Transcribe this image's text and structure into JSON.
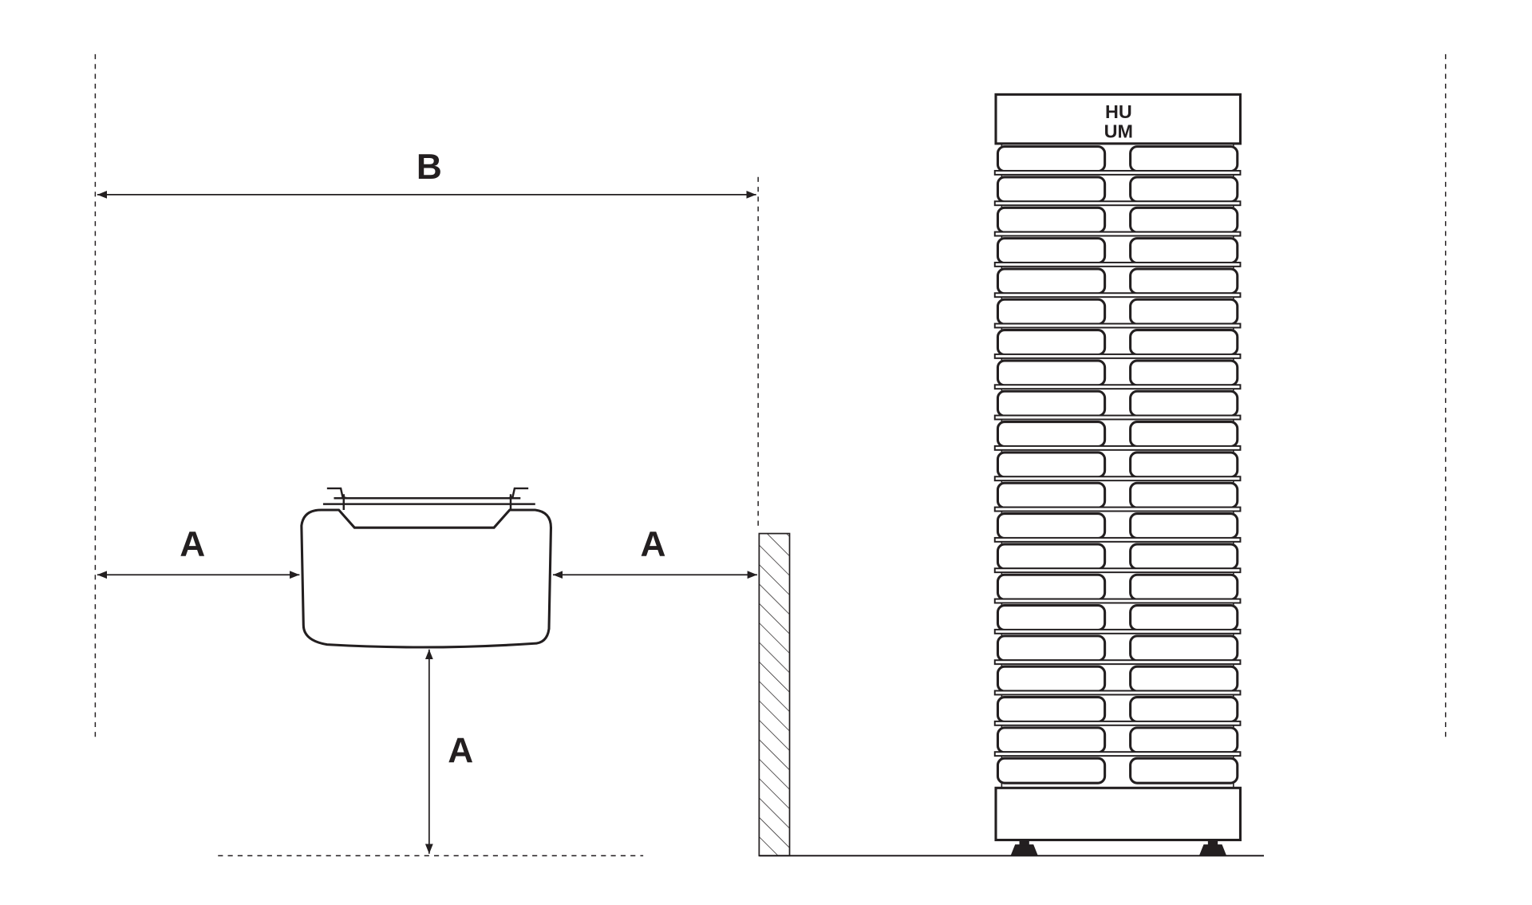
{
  "labels": {
    "clearance": "A",
    "width": "B"
  },
  "heater": {
    "brand_line1": "HU",
    "brand_line2": "UM",
    "fin_rows": 21
  },
  "colors": {
    "line": "#231f20",
    "background": "#ffffff"
  }
}
